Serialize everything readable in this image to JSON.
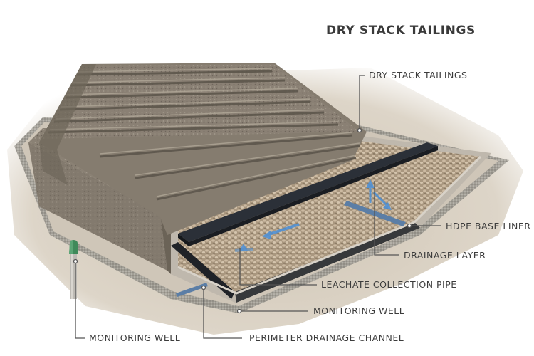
{
  "title": "DRY STACK TAILINGS",
  "colors": {
    "background": "#ffffff",
    "text": "#3a3a3a",
    "leader_line": "#555555",
    "ground": "#d8cfc1",
    "tailings_dark": "#6e675d",
    "tailings_light": "#948b7d",
    "gravel": "#b9a894",
    "hdpe_liner": "#2b3038",
    "flow_arrow": "#4a8fd8",
    "pipe": "#5b7ea6",
    "monitoring_well_cap": "#3f8a5a",
    "monitoring_well_pipe": "#bdbab4"
  },
  "labels": [
    {
      "id": "dry-stack-tailings",
      "text": "DRY STACK TAILINGS"
    },
    {
      "id": "hdpe-base-liner",
      "text": "HDPE BASE LINER"
    },
    {
      "id": "drainage-layer",
      "text": "DRAINAGE LAYER"
    },
    {
      "id": "leachate-collection-pipe",
      "text": "LEACHATE COLLECTION PIPE"
    },
    {
      "id": "monitoring-well-right",
      "text": "MONITORING WELL"
    },
    {
      "id": "monitoring-well-left",
      "text": "MONITORING WELL"
    },
    {
      "id": "perimeter-drainage-channel",
      "text": "PERIMETER DRAINAGE CHANNEL"
    }
  ]
}
